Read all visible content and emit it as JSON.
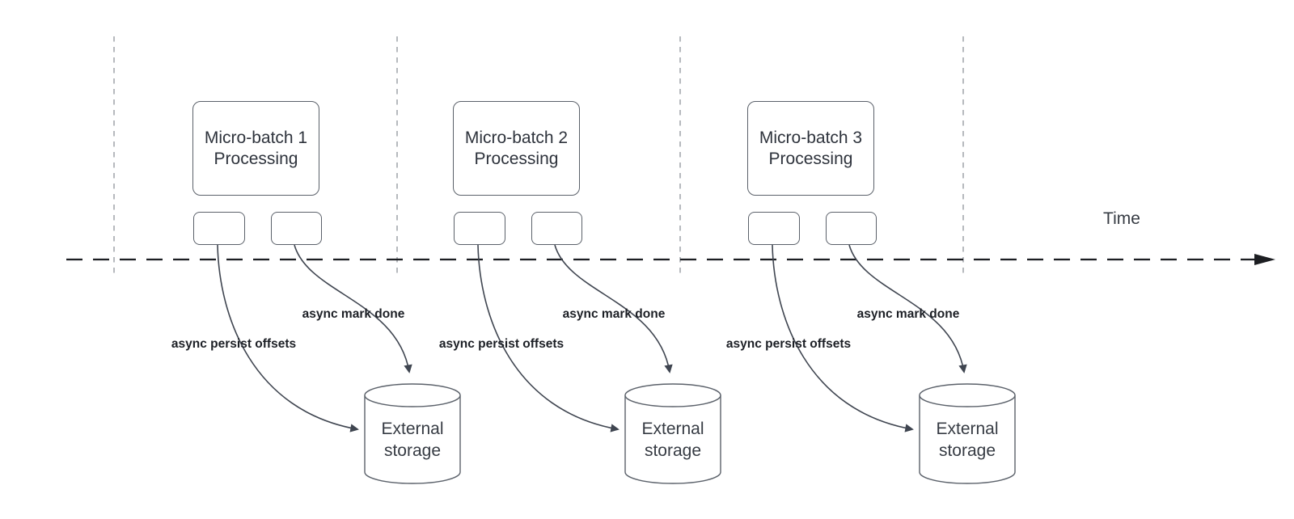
{
  "time_axis": {
    "label": "Time"
  },
  "groups": [
    {
      "title_line1": "Micro-batch 1",
      "title_line2": "Processing",
      "persist_offsets_label": "async persist offsets",
      "mark_done_label": "async mark done",
      "storage_line1": "External",
      "storage_line2": "storage"
    },
    {
      "title_line1": "Micro-batch 2",
      "title_line2": "Processing",
      "persist_offsets_label": "async persist offsets",
      "mark_done_label": "async mark done",
      "storage_line1": "External",
      "storage_line2": "storage"
    },
    {
      "title_line1": "Micro-batch 3",
      "title_line2": "Processing",
      "persist_offsets_label": "async persist offsets",
      "mark_done_label": "async mark done",
      "storage_line1": "External",
      "storage_line2": "storage"
    }
  ],
  "colors": {
    "shape_stroke": "#5b616a",
    "arrow_stroke": "#3f4550",
    "timeline_stroke": "#1c1e22",
    "divider_stroke": "#a9adb2",
    "label_text": "#1c1f25",
    "node_text": "#2e333c"
  }
}
